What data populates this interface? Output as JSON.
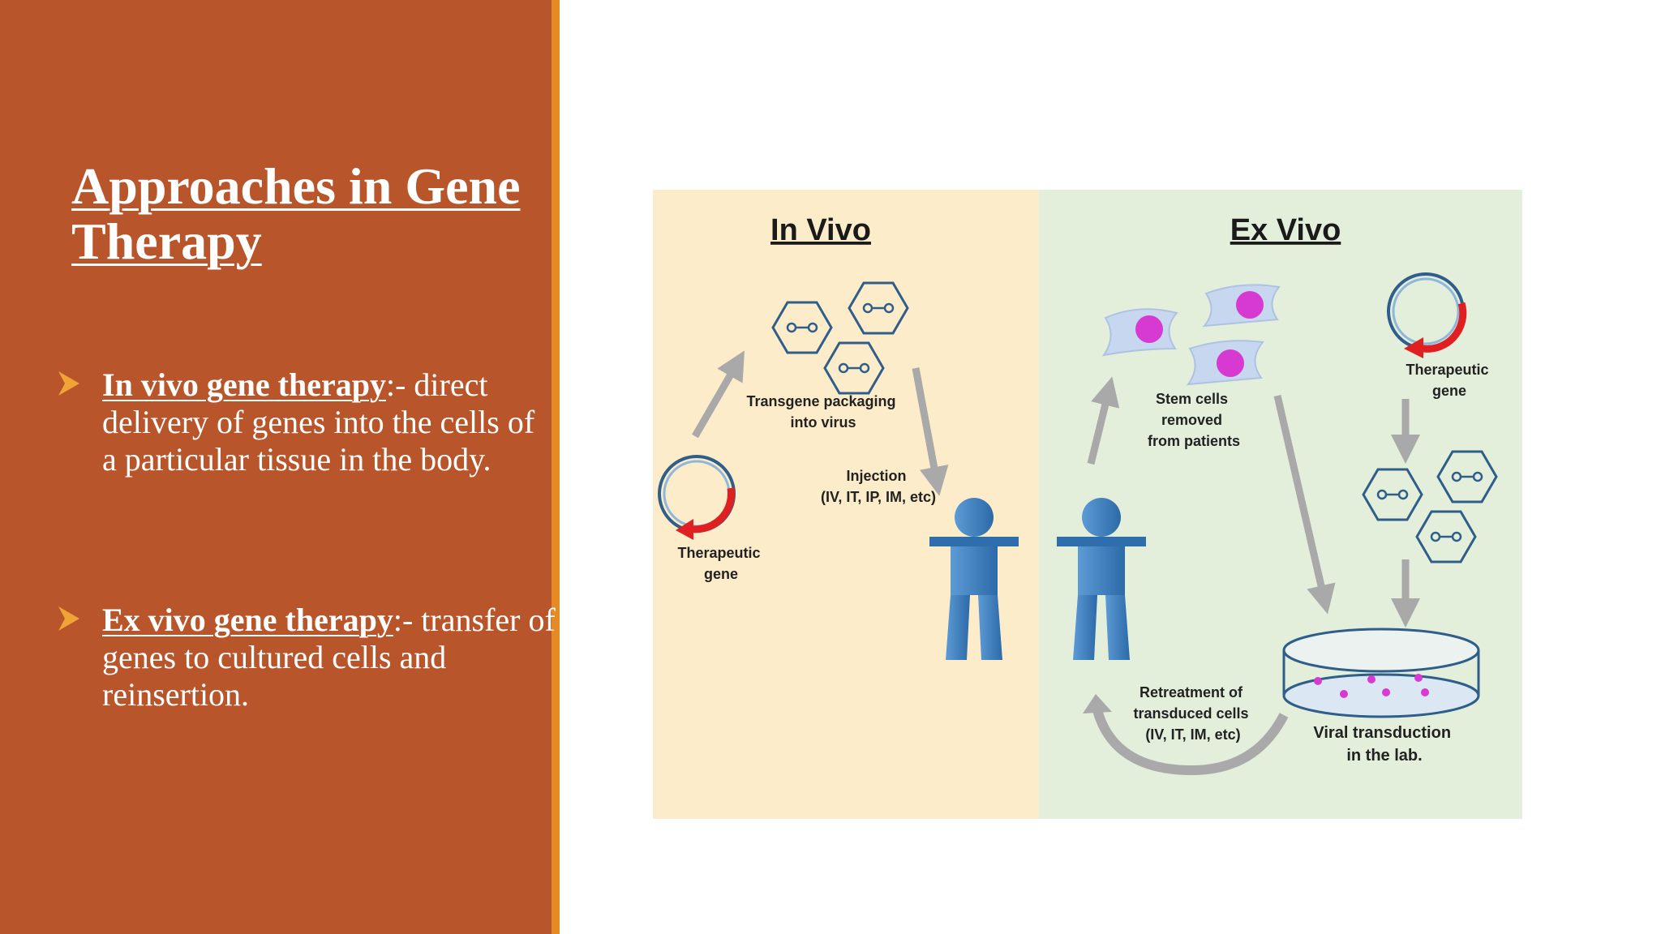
{
  "slide": {
    "title": "Approaches in Gene Therapy",
    "bullets": [
      {
        "term": "In vivo gene therapy",
        "text": ":- direct delivery of genes into the cells of a particular tissue in the body."
      },
      {
        "term": "Ex vivo gene therapy",
        "text": ":- transfer of genes to cultured cells and reinsertion."
      }
    ]
  },
  "diagram": {
    "in_vivo": {
      "title": "In Vivo",
      "transgene_label": [
        "Transgene packaging",
        "into virus"
      ],
      "injection_label": [
        "Injection",
        "(IV, IT, IP, IM, etc)"
      ],
      "gene_label": [
        "Therapeutic",
        "gene"
      ]
    },
    "ex_vivo": {
      "title": "Ex Vivo",
      "stem_label": [
        "Stem cells",
        "removed",
        "from patients"
      ],
      "gene_label": [
        "Therapeutic",
        "gene"
      ],
      "retreatment_label": [
        "Retreatment of",
        "transduced cells",
        "(IV, IT, IM, etc)"
      ],
      "viral_label": [
        "Viral transduction",
        "in the lab."
      ]
    }
  },
  "colors": {
    "panel": "#b9552b",
    "stripe": "#e58a24",
    "in_vivo_bg": "#fdecc9",
    "ex_vivo_bg": "#e3eedb",
    "person": "#3f7fbf",
    "cell_nucleus": "#d63ad1",
    "gene_arrow": "#e02020"
  }
}
